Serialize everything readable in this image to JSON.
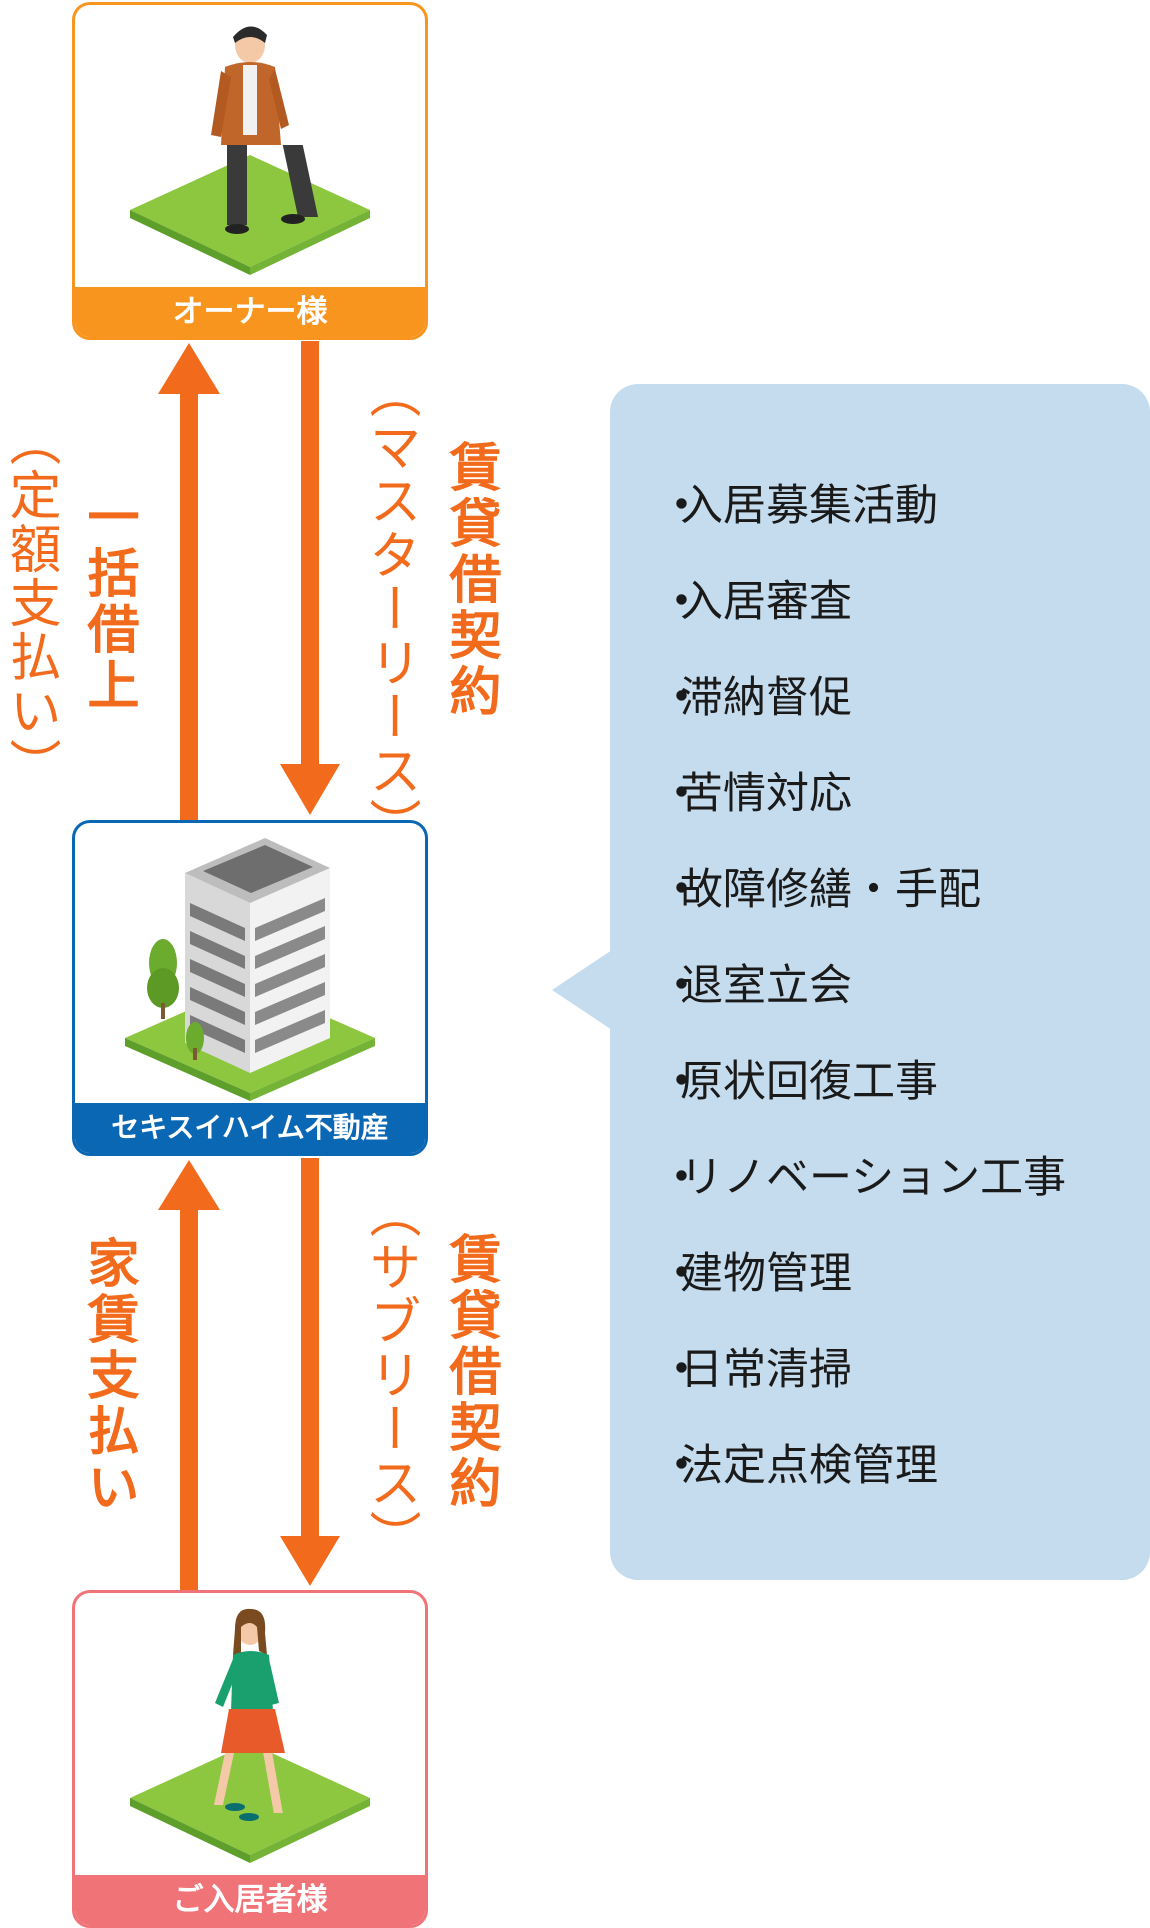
{
  "nodes": {
    "owner": "オーナー様",
    "company": "セキスイハイム不動産",
    "tenant": "ご入居者様"
  },
  "upper_left": {
    "main": "一括借上",
    "sub": "（定額支払い）"
  },
  "upper_right": {
    "main": "賃貸借契約",
    "sub": "（マスターリース）"
  },
  "lower_left": {
    "main": "家賃支払い"
  },
  "lower_right": {
    "main": "賃貸借契約",
    "sub": "（サブリース）"
  },
  "services": [
    "入居募集活動",
    "入居審査",
    "滞納督促",
    "苦情対応",
    "故障修繕・手配",
    "退室立会",
    "原状回復工事",
    "リノベーション工事",
    "建物管理",
    "日常清掃",
    "法定点検管理"
  ],
  "colors": {
    "arrow": "#f26a1b",
    "owner": "#f7951e",
    "company": "#0a67b4",
    "tenant": "#f07378",
    "bubble": "#c5dcee"
  }
}
